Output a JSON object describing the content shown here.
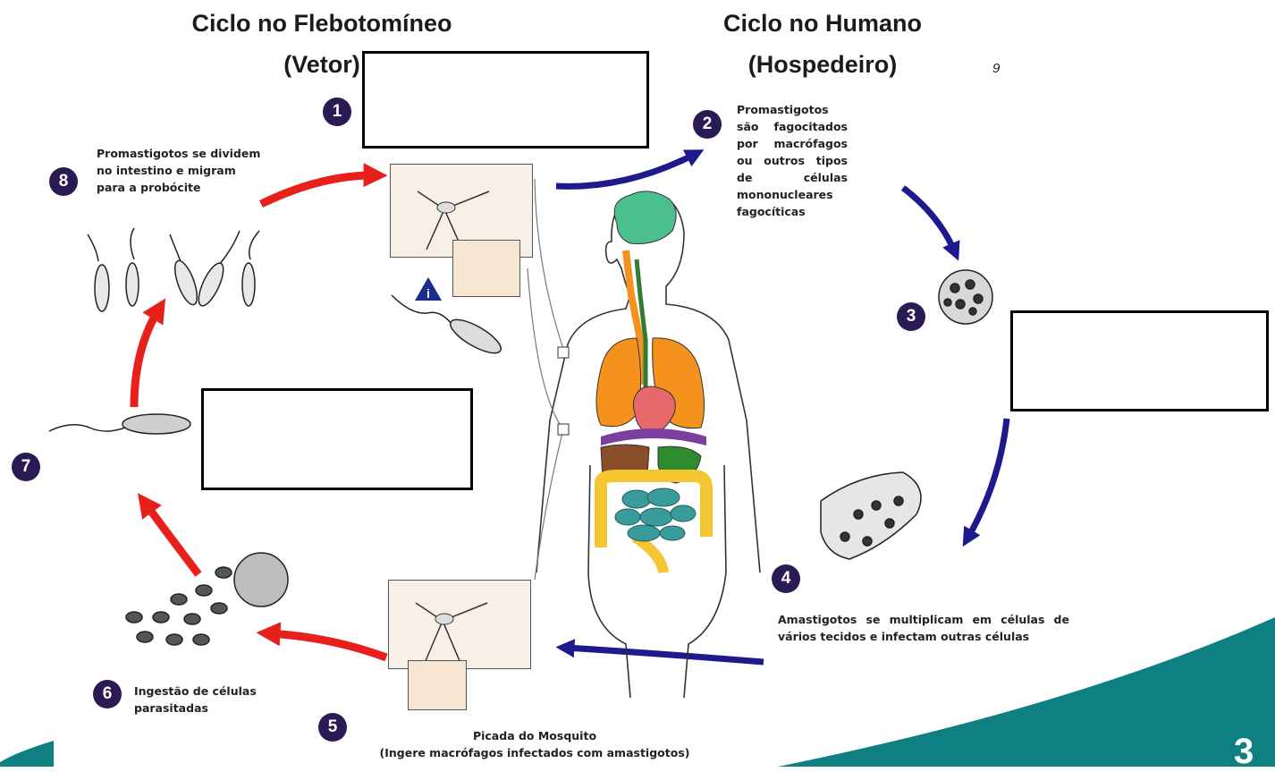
{
  "titles": {
    "vector_line1": "Ciclo no Flebotomíneo",
    "vector_line2": "(Vetor)",
    "host_line1": "Ciclo no Humano",
    "host_line2": "(Hospedeiro)"
  },
  "page_number": "9",
  "slide_number": "3",
  "steps": [
    {
      "number": "1",
      "caption": ""
    },
    {
      "number": "2",
      "caption": "Promastigotos são fagocitados por macrófagos ou outros tipos de células mononucleares fagocíticas"
    },
    {
      "number": "3",
      "caption": ""
    },
    {
      "number": "4",
      "caption": "Amastigotos se multiplicam em células de vários tecidos e infectam outras células"
    },
    {
      "number": "5",
      "caption_line1": "Picada do Mosquito",
      "caption_line2": "(Ingere macrófagos infectados com amastigotos)"
    },
    {
      "number": "6",
      "caption": "Ingestão de células parasitadas"
    },
    {
      "number": "7",
      "caption": ""
    },
    {
      "number": "8",
      "caption": "Promastigotos se dividem no intestino e migram para a probócite"
    }
  ],
  "info_icon": "i",
  "colors": {
    "vector_arrow": "#e8201c",
    "host_arrow": "#1c1a8c",
    "step_badge": "#2a1b55",
    "teal_band": "#0f8082",
    "brain": "#4cbf8e",
    "lungs": "#f5921e",
    "heart": "#e8696b",
    "intestine": "#f3c632",
    "small_intestine": "#3a9c9a",
    "liver": "#8a4f2a"
  },
  "icons": [
    "info-triangle-icon",
    "sandfly-icon",
    "promastigote-icon",
    "macrophage-icon",
    "amastigote-icon"
  ]
}
